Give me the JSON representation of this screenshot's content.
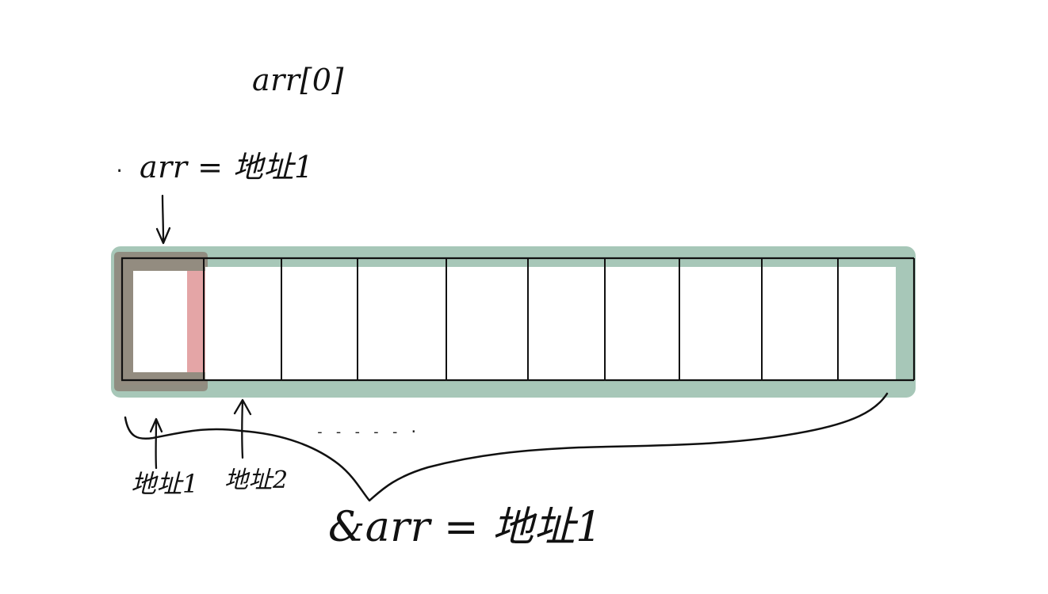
{
  "labels": {
    "top": "arr[0]",
    "arr_pointer": "arr = 地址1",
    "addr1": "地址1",
    "addr2": "地址2",
    "ref": "&arr = 地址1"
  },
  "array": {
    "cell_count": 10
  },
  "colors": {
    "whole_array_highlight": "#A7C7B8",
    "first_element_fill": "#E4A5A6",
    "first_element_overlay": "#8E8A7D",
    "stroke": "#111111",
    "background": "#FFFFFF"
  }
}
